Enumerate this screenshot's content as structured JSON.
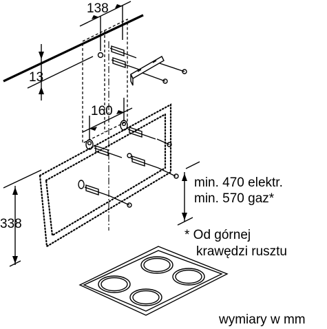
{
  "dimensions": {
    "bracket_spacing_top": "138",
    "bracket_height": "13",
    "hole_spacing": "160",
    "height_from_counter": "338"
  },
  "notes": {
    "min_electric": "min. 470 elektr.",
    "min_gas": "min. 570 gaz*",
    "footnote_line1": "* Od górnej",
    "footnote_line2": "krawędzi rusztu",
    "units_caption": "wymiary w mm"
  }
}
